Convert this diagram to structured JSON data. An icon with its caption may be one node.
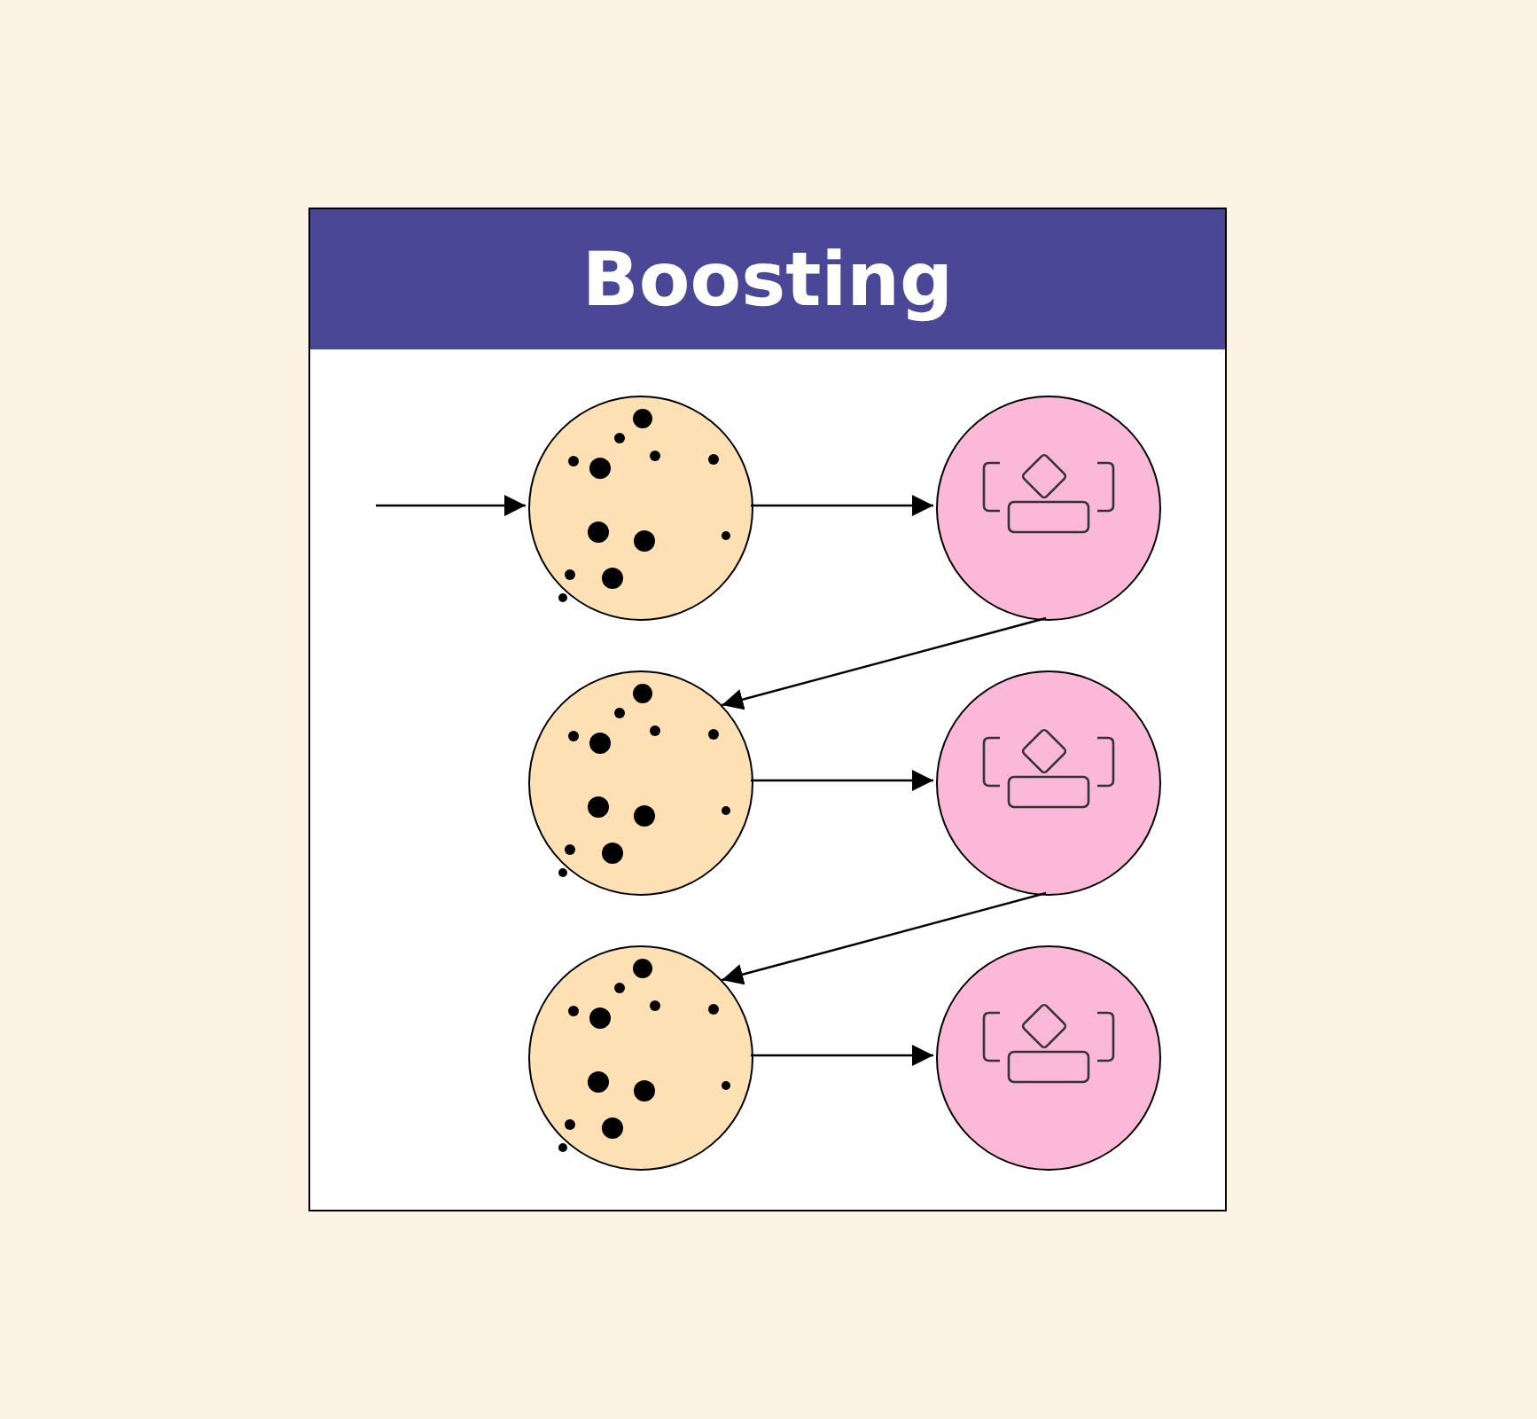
{
  "diagram": {
    "nodes": [
      {
        "text": [
          "Boosting"
        ]
      },
      {
        "text": [],
        "shape": "circle",
        "in": 0
      },
      {
        "text": [],
        "shape": "circle",
        "in": 0
      },
      {
        "text": [],
        "shape": "circle",
        "in": 0
      },
      {
        "text": [],
        "shape": "circle",
        "in": 0
      },
      {
        "text": [],
        "shape": "circle",
        "in": 0
      },
      {
        "text": [],
        "shape": "circle",
        "in": 0
      }
    ],
    "edges": [
      {
        "from": null,
        "to": 1,
        "arrow": "to"
      },
      {
        "from": 1,
        "to": 2,
        "arrow": "to"
      },
      {
        "from": 2,
        "to": 3,
        "arrow": "to"
      },
      {
        "from": 3,
        "to": 4,
        "arrow": "to"
      },
      {
        "from": 4,
        "to": 5,
        "arrow": "to"
      },
      {
        "from": 5,
        "to": 6,
        "arrow": "to"
      }
    ]
  }
}
